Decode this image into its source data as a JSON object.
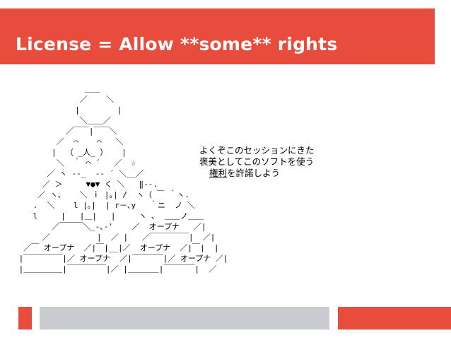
{
  "slide": {
    "title": "License = Allow **some** rights",
    "speech_line1": "よくぞこのセッションにきた",
    "speech_line2": "褒美としてこのソフトを使う",
    "speech_line3_underlined": "権利",
    "speech_line3_rest": "を許諾しよう",
    "ascii_art": "               ＿＿\n              ／    ＼\n             |        |\n              ＼＿＿／\n           ／￣￣|￣￣＼\n         ／  ⌒    ⌒   ＼\n        |  （ _人_ ）   |\n         ＼  ｀ ⌒ ´   ／  ☆\n       ／ ヽ --_  -- ´ ＼__／\n      ／ ＞     ▼●▼ く ＼   ‖--.\n     ／ ヽ、   ＼ ｉ |｡| /  ヽ（ ￣ ｀ヽ.\n    .  ＼    l |｡|  | r－､y   ｀ニ  ノ ＼\n    l     |   |＿|   |     ヽ ､  ＿＿ノ＿＿\n        ／￣￣￣＼_-､-'    ／  オープナ   ／|\n      ／          |  ／ |   ／￣￣￣￣￣|  ／|\n  ／￣ オープナ  ／|￣|__|／  オープナ  ／|￣|  |\n |￣￣￣￣￣|／ オープナ  ／|￣￣￣￣|／ オープナ ／|\n |＿＿＿＿＿|￣￣￣￣￣|／ |＿＿＿＿|￣￣￣￣|  ／"
  },
  "colors": {
    "accent": "#e84c3d",
    "footer_gray": "#c8ccd0",
    "background": "#ffffff"
  }
}
